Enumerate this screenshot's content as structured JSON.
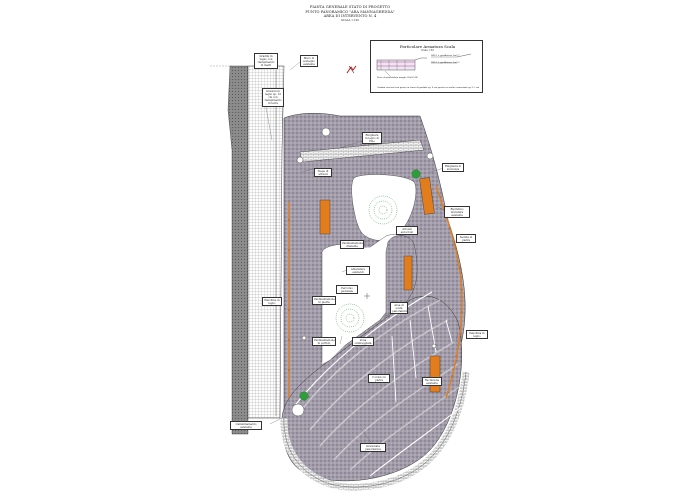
{
  "header": {
    "line1": "PIANTA GENERALE STATO DI PROGETTO",
    "line2": "PUNTO PANORAMICO \"ARA MANNAGHEDDA\"",
    "line3": "AREA DI INTERVENTO N. 4",
    "line4": "SCALA 1:100"
  },
  "detail": {
    "title": "Particolare Armatura Scala",
    "scale": "Scala 1:50",
    "note_top_1": "2Ø16 + graffiature L=0,7",
    "note_top_2": "2Ø16 + graffiature L=0,9",
    "note_mid": "Rete elettrosaldata maglia 20x20 Ø6",
    "note_bottom": "Gradini rivestiti con pietra in conci di porfido sp. 8 cm posati su malta cementizia sp 3-5 cm"
  },
  "labels": {
    "l1": "Gradini in legno con riempimento di inerti",
    "l2": "Muro di sostegno esistente",
    "l3": "Gradoni in legno sp. 10 cm con riempimento in terra",
    "l4": "Ringhiera in legno di Pino",
    "l5": "Ringhiera di sicurezza",
    "l6": "Ripristino muratura esistente",
    "l7": "Seduta in pietra",
    "l8": "Panchina in legno",
    "l9": "Pavimentazione drenante",
    "l10": "Arbusti autoctoni",
    "l11": "Alberature esistenti",
    "l12": "Percorso pedonale",
    "l13": "Pavimentazione in pietra",
    "l14": "Pavimentazione in porfido",
    "l15": "Zona ombreggiata",
    "l16": "Panchine in legno",
    "l17": "Camminamento esistente",
    "l18": "Siepe di arbusti",
    "l19": "Area di sosta panoramica",
    "l20": "Gradonata panoramica",
    "l21": "Cordolo in pietra",
    "l22": "Recinzione esistente"
  },
  "colors": {
    "paving": "#9d97a2",
    "wall_hatch": "#8a8a8a",
    "wood": "#e27d1e",
    "tree": "#2e9e3a",
    "lawn": "#ffffff",
    "line": "#333333"
  }
}
